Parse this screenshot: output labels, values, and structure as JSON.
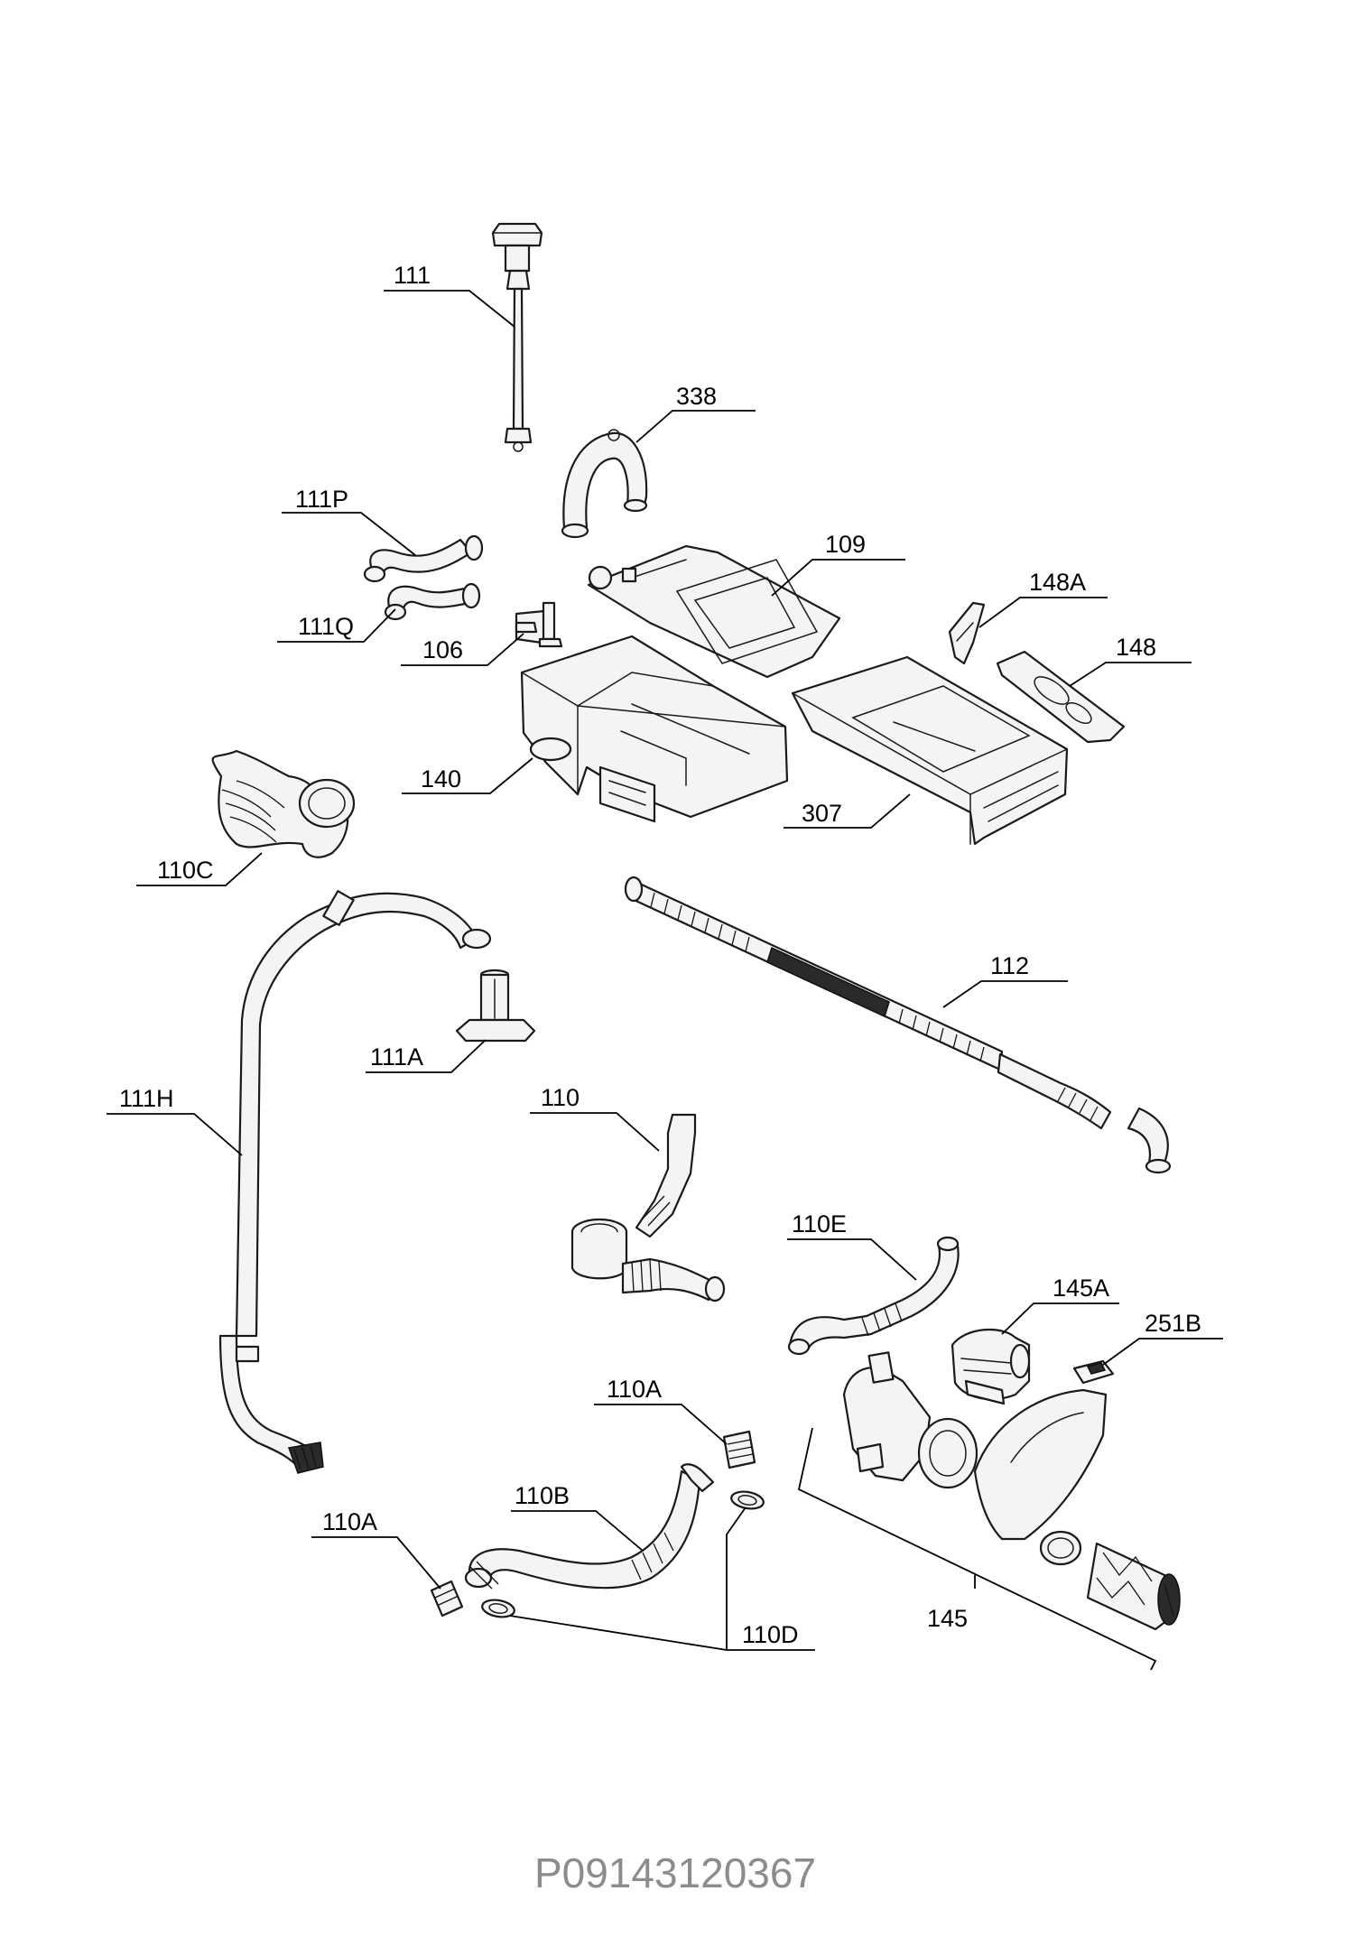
{
  "diagram": {
    "document_id": "P09143120367",
    "labels": {
      "p111": "111",
      "p338": "338",
      "p111P": "111P",
      "p111Q": "111Q",
      "p106": "106",
      "p109": "109",
      "p148A": "148A",
      "p148": "148",
      "p140": "140",
      "p307": "307",
      "p110C": "110C",
      "p112": "112",
      "p111A": "111A",
      "p111H": "111H",
      "p110": "110",
      "p110E": "110E",
      "p145A": "145A",
      "p251B": "251B",
      "p110A_top": "110A",
      "p110B": "110B",
      "p110A_left": "110A",
      "p110D": "110D",
      "p145": "145"
    }
  }
}
